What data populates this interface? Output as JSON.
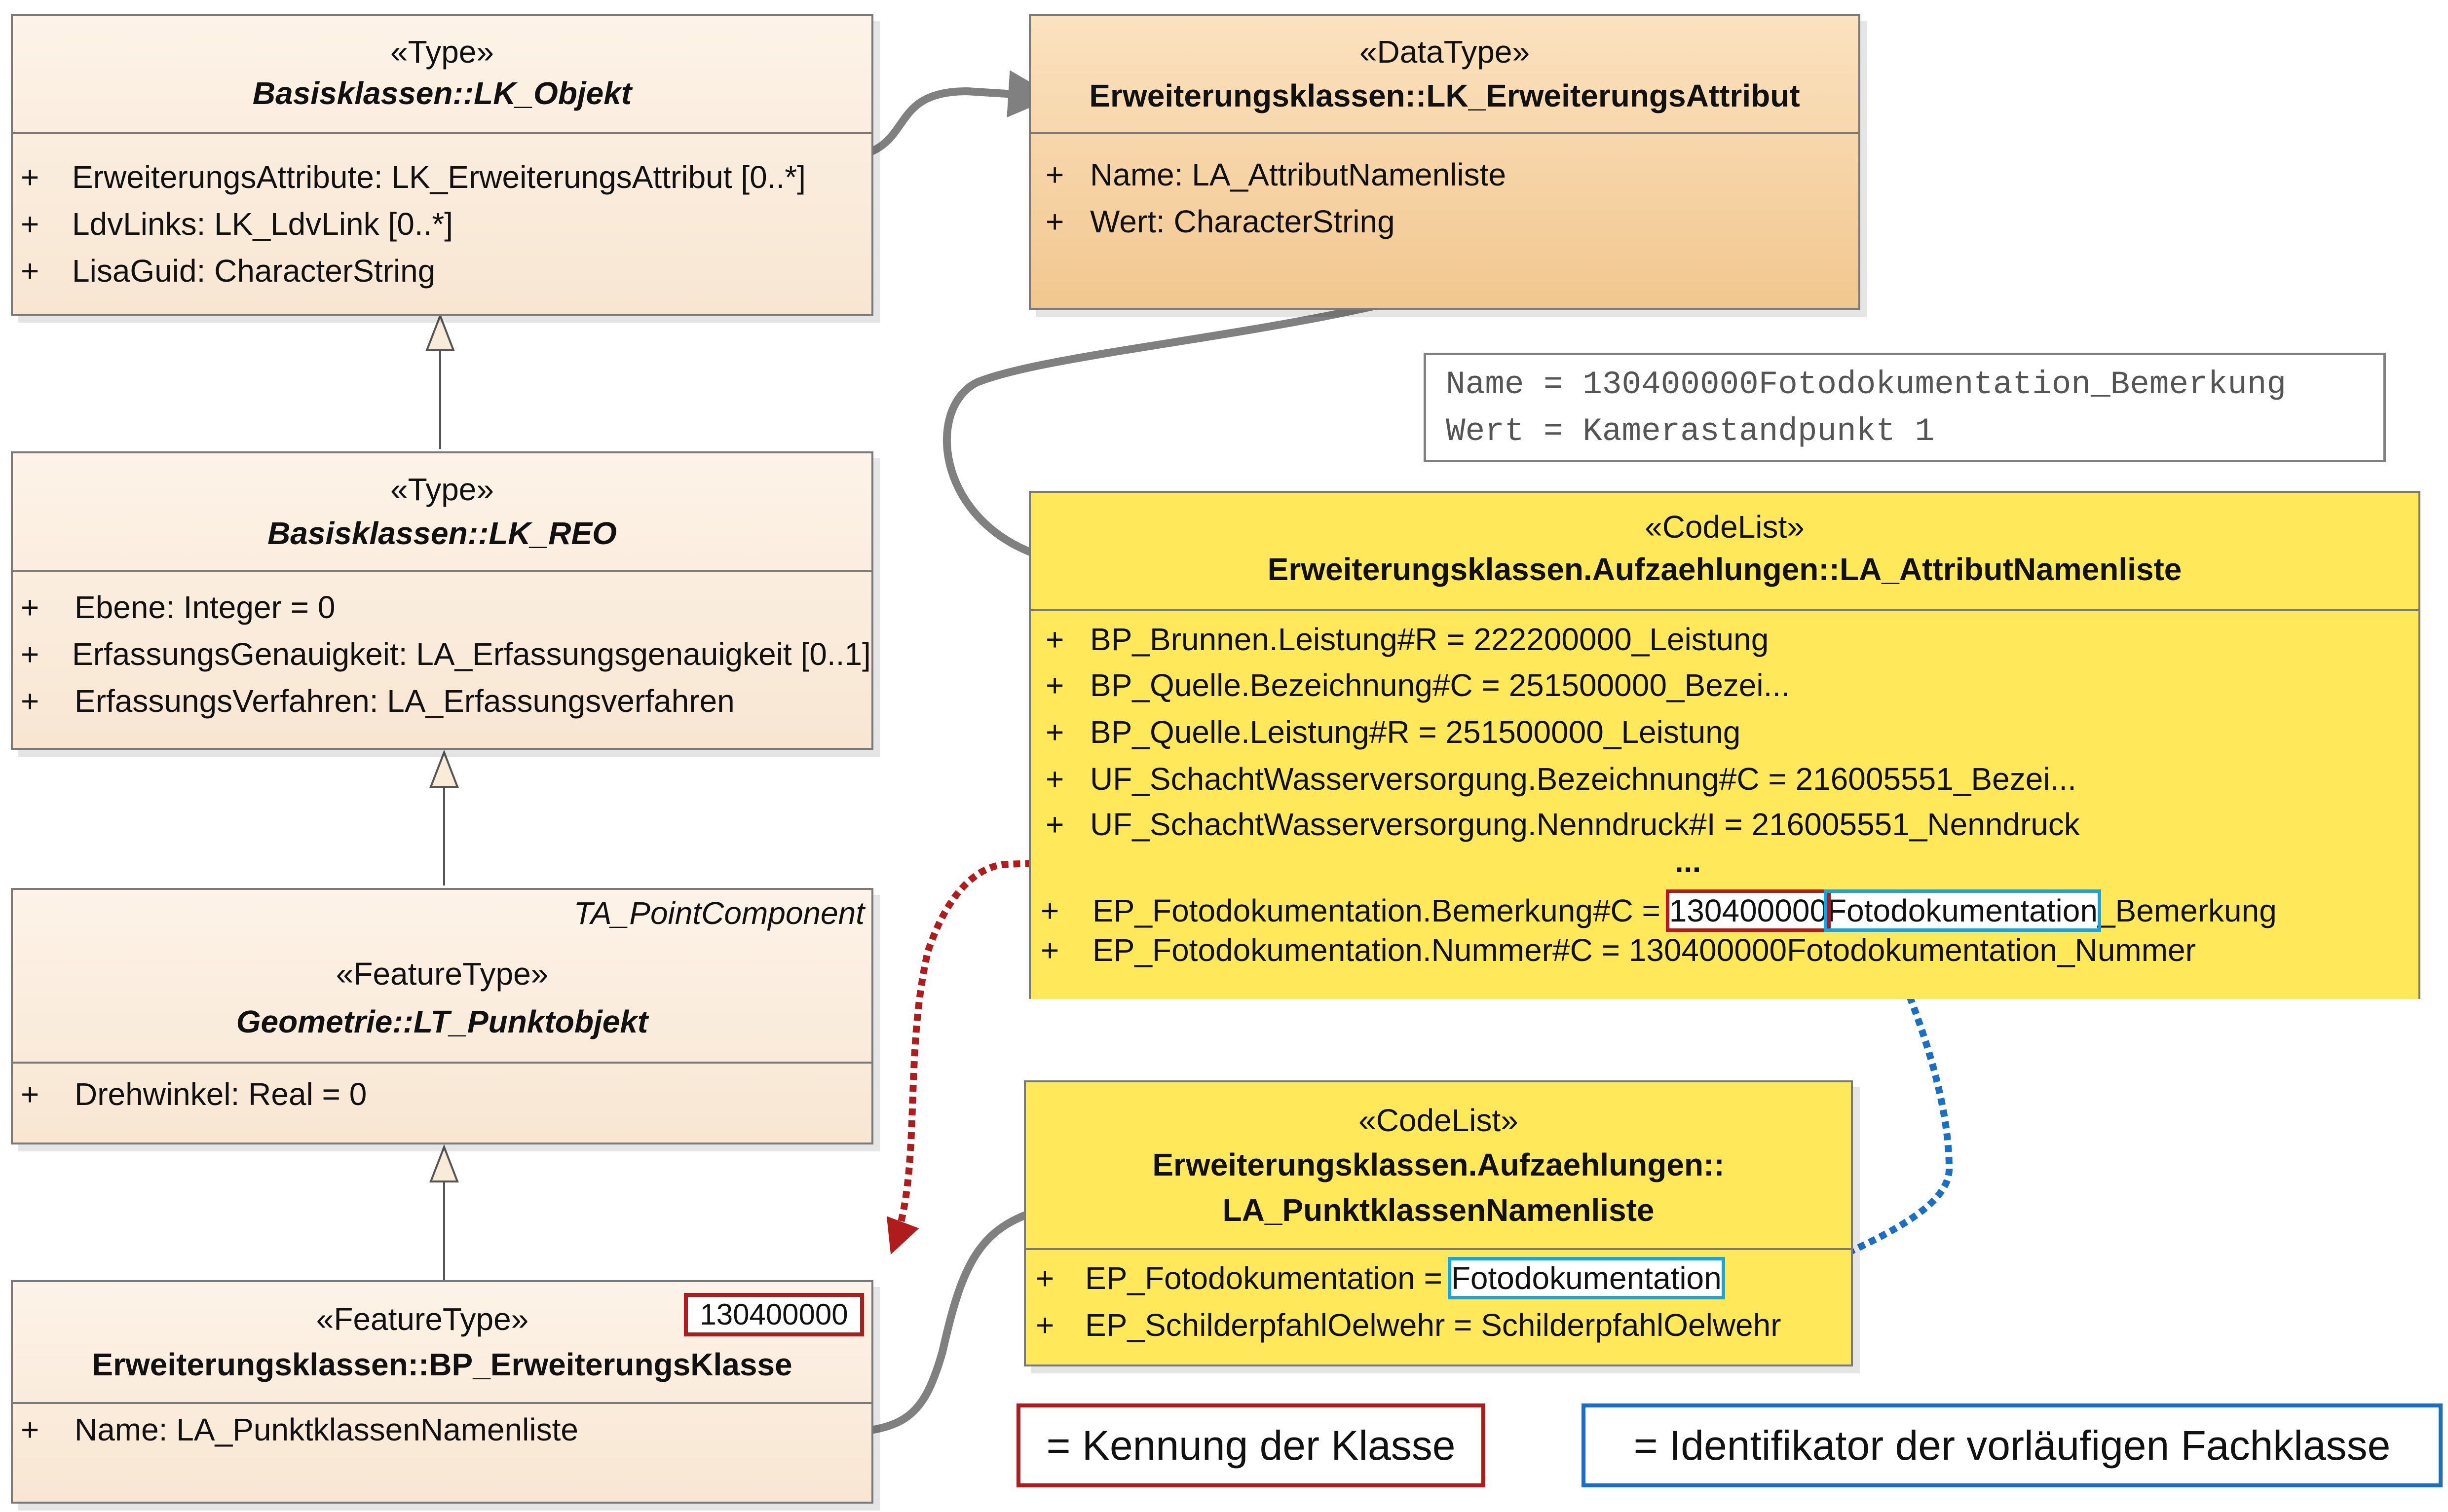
{
  "classes": {
    "lk_objekt": {
      "stereotype": "«Type»",
      "name_pkg": "Basisklassen::",
      "name_cls": "LK_Objekt",
      "attributes": [
        {
          "vis": "+",
          "text": "ErweiterungsAttribute: LK_ErweiterungsAttribut [0..*]"
        },
        {
          "vis": "+",
          "text": "LdvLinks: LK_LdvLink [0..*]"
        },
        {
          "vis": "+",
          "text": "LisaGuid: CharacterString"
        }
      ]
    },
    "lk_reo": {
      "stereotype": "«Type»",
      "name_pkg": "Basisklassen::",
      "name_cls": "LK_REO",
      "attributes": [
        {
          "vis": "+",
          "text": "Ebene: Integer = 0"
        },
        {
          "vis": "+",
          "text": "ErfassungsGenauigkeit: LA_Erfassungsgenauigkeit [0..1]"
        },
        {
          "vis": "+",
          "text": "ErfassungsVerfahren: LA_Erfassungsverfahren"
        }
      ]
    },
    "lt_punktobjekt": {
      "tag": "TA_PointComponent",
      "stereotype": "«FeatureType»",
      "name_pkg": "Geometrie::",
      "name_cls": "LT_Punktobjekt",
      "attributes": [
        {
          "vis": "+",
          "text": "Drehwinkel: Real = 0"
        }
      ]
    },
    "bp_erweiterungsklasse": {
      "stereotype": "«FeatureType»",
      "id_badge": "130400000",
      "name": "Erweiterungsklassen::BP_ErweiterungsKlasse",
      "attributes": [
        {
          "vis": "+",
          "text": "Name: LA_PunktklassenNamenliste"
        }
      ]
    },
    "lk_erweiterungsattribut": {
      "stereotype": "«DataType»",
      "name": "Erweiterungsklassen::LK_ErweiterungsAttribut",
      "attributes": [
        {
          "vis": "+",
          "text": "Name: LA_AttributNamenliste"
        },
        {
          "vis": "+",
          "text": "Wert: CharacterString"
        }
      ]
    },
    "la_attributnamenliste": {
      "stereotype": "«CodeList»",
      "name": "Erweiterungsklassen.Aufzaehlungen::LA_AttributNamenliste",
      "attributes": [
        {
          "vis": "+",
          "text": "BP_Brunnen.Leistung#R = 222200000_Leistung"
        },
        {
          "vis": "+",
          "text": "BP_Quelle.Bezeichnung#C = 251500000_Bezei..."
        },
        {
          "vis": "+",
          "text": "BP_Quelle.Leistung#R = 251500000_Leistung"
        },
        {
          "vis": "+",
          "text": "UF_SchachtWasserversorgung.Bezeichnung#C = 216005551_Bezei..."
        },
        {
          "vis": "+",
          "text": "UF_SchachtWasserversorgung.Nenndruck#I = 216005551_Nenndruck"
        }
      ],
      "ellipsis": "...",
      "highlight_row": {
        "vis": "+",
        "prefix": "EP_Fotodokumentation.Bemerkung#C = ",
        "id_part": "130400000",
        "name_part": "Fotodokumentation",
        "suffix": "_Bemerkung"
      },
      "last_row": {
        "vis": "+",
        "text": "EP_Fotodokumentation.Nummer#C = 130400000Fotodokumentation_Nummer"
      }
    },
    "la_punktklassennamenliste": {
      "stereotype": "«CodeList»",
      "name_line1": "Erweiterungsklassen.Aufzaehlungen::",
      "name_line2": "LA_PunktklassenNamenliste",
      "highlight_row": {
        "vis": "+",
        "prefix": "EP_Fotodokumentation = ",
        "name_part": "Fotodokumentation"
      },
      "last_row": {
        "vis": "+",
        "text": "EP_SchilderpfahlOelwehr = SchilderpfahlOelwehr"
      }
    }
  },
  "note": {
    "line1": "Name = 130400000Fotodokumentation_Bemerkung",
    "line2": "Wert = Kamerastandpunkt 1"
  },
  "legend": {
    "red_label": "= Kennung der Klasse",
    "blue_label": "= Identifikator der vorläufigen Fachklasse",
    "red_color": "#b01c1c",
    "blue_color": "#1aa3dd",
    "arrow_red": "#b01c1c",
    "arrow_blue": "#1a6fc4",
    "arrow_gray": "#808080"
  }
}
